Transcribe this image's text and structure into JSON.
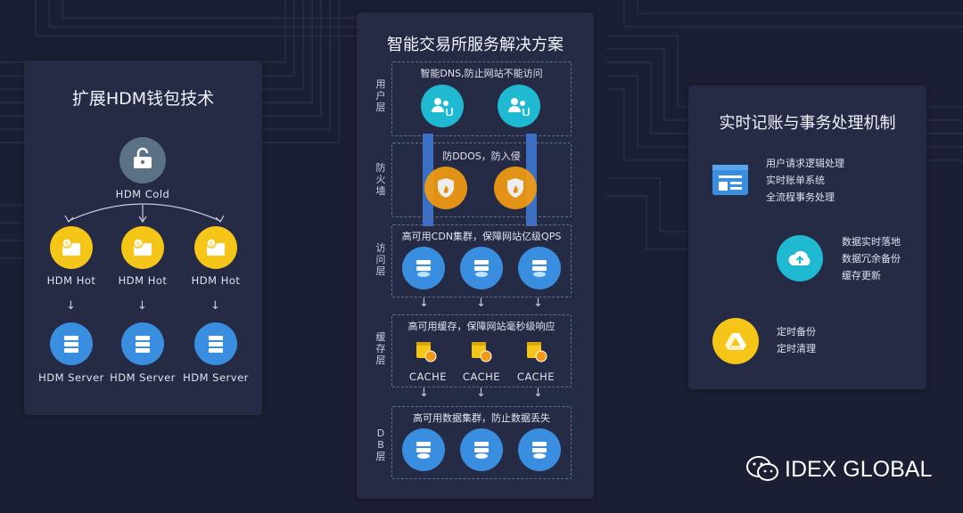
{
  "left_panel": {
    "title": "扩展HDM钱包技术",
    "cold_label": "HDM Cold",
    "hot_labels": [
      "HDM Hot",
      "HDM Hot",
      "HDM Hot"
    ],
    "server_labels": [
      "HDM Server",
      "HDM Server",
      "HDM Server"
    ]
  },
  "center_panel": {
    "title": "智能交易所服务解决方案",
    "layers": [
      {
        "label": "用户层",
        "caption": "智能DNS,防止网站不能访问"
      },
      {
        "label": "防火墙",
        "caption": "防DDOS，防入侵"
      },
      {
        "label": "访问层",
        "caption": "高可用CDN集群，保障网站亿级QPS"
      },
      {
        "label": "缓存层",
        "caption": "高可用缓存，保障网站毫秒级响应"
      },
      {
        "label": "DB层",
        "caption": "高可用数据集群，防止数据丢失"
      }
    ],
    "cache_labels": [
      "CACHE",
      "CACHE",
      "CACHE"
    ]
  },
  "right_panel": {
    "title": "实时记账与事务处理机制",
    "group1": [
      "用户请求逻辑处理",
      "实时账单系统",
      "全流程事务处理"
    ],
    "group2": [
      "数据实时落地",
      "数据冗余备份",
      "缓存更新"
    ],
    "group3": [
      "定时备份",
      "定时清理"
    ]
  },
  "brand": {
    "text": "IDEX GLOBAL"
  },
  "colors": {
    "background": "#1b1f33",
    "panel": "#262b45",
    "accent_blue": "#3a8ee0",
    "accent_yellow": "#f5c518",
    "accent_orange": "#f39c12",
    "accent_teal": "#1fb9d1"
  }
}
